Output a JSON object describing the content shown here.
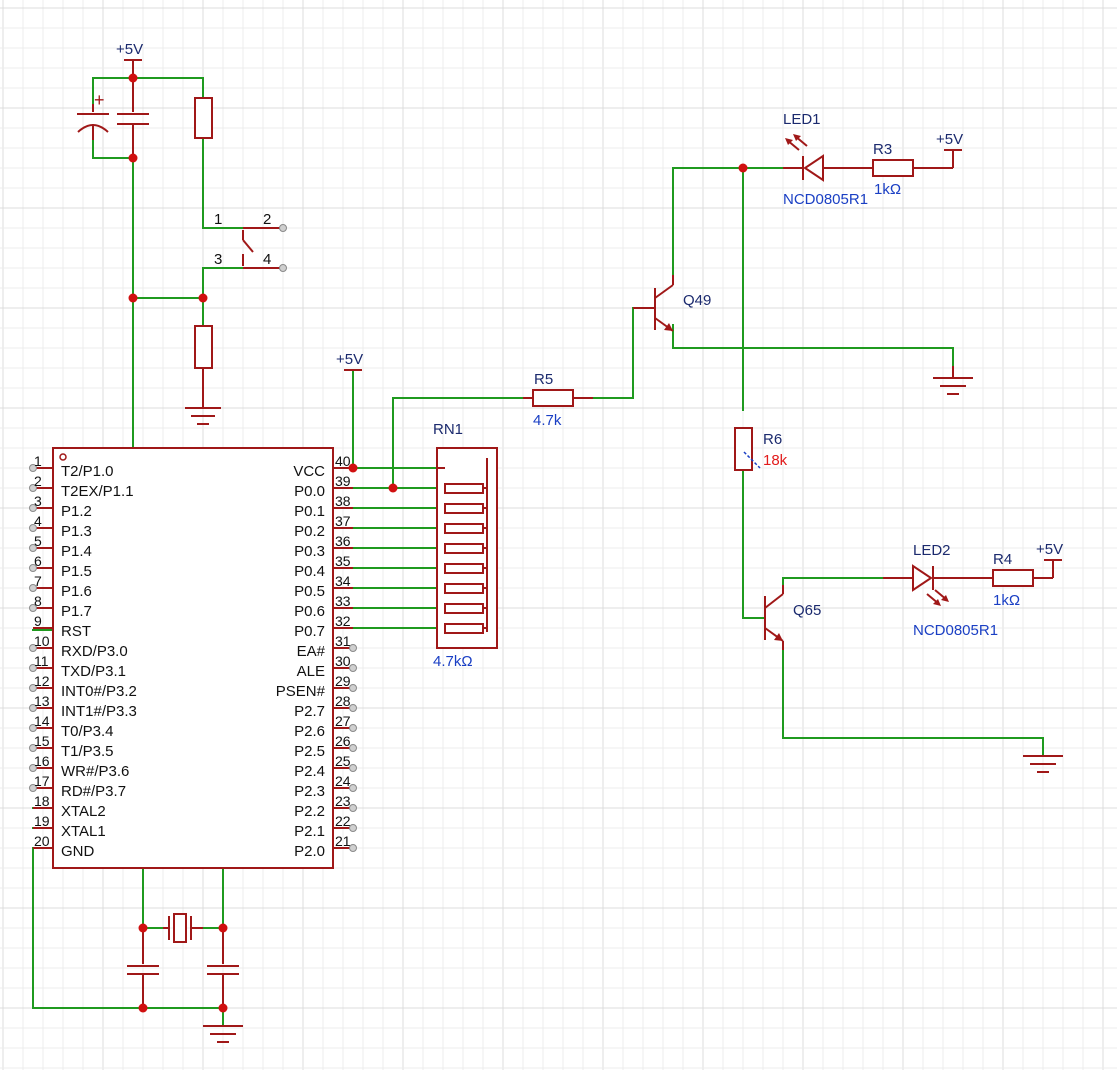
{
  "power": {
    "label": "+5V"
  },
  "mcu": {
    "left_pins": [
      {
        "num": "1",
        "name": "T2/P1.0"
      },
      {
        "num": "2",
        "name": "T2EX/P1.1"
      },
      {
        "num": "3",
        "name": "P1.2"
      },
      {
        "num": "4",
        "name": "P1.3"
      },
      {
        "num": "5",
        "name": "P1.4"
      },
      {
        "num": "6",
        "name": "P1.5"
      },
      {
        "num": "7",
        "name": "P1.6"
      },
      {
        "num": "8",
        "name": "P1.7"
      },
      {
        "num": "9",
        "name": "RST"
      },
      {
        "num": "10",
        "name": "RXD/P3.0"
      },
      {
        "num": "11",
        "name": "TXD/P3.1"
      },
      {
        "num": "12",
        "name": "INT0#/P3.2"
      },
      {
        "num": "13",
        "name": "INT1#/P3.3"
      },
      {
        "num": "14",
        "name": "T0/P3.4"
      },
      {
        "num": "15",
        "name": "T1/P3.5"
      },
      {
        "num": "16",
        "name": "WR#/P3.6"
      },
      {
        "num": "17",
        "name": "RD#/P3.7"
      },
      {
        "num": "18",
        "name": "XTAL2"
      },
      {
        "num": "19",
        "name": "XTAL1"
      },
      {
        "num": "20",
        "name": "GND"
      }
    ],
    "right_pins": [
      {
        "num": "40",
        "name": "VCC"
      },
      {
        "num": "39",
        "name": "P0.0"
      },
      {
        "num": "38",
        "name": "P0.1"
      },
      {
        "num": "37",
        "name": "P0.2"
      },
      {
        "num": "36",
        "name": "P0.3"
      },
      {
        "num": "35",
        "name": "P0.4"
      },
      {
        "num": "34",
        "name": "P0.5"
      },
      {
        "num": "33",
        "name": "P0.6"
      },
      {
        "num": "32",
        "name": "P0.7"
      },
      {
        "num": "31",
        "name": "EA#"
      },
      {
        "num": "30",
        "name": "ALE"
      },
      {
        "num": "29",
        "name": "PSEN#"
      },
      {
        "num": "28",
        "name": "P2.7"
      },
      {
        "num": "27",
        "name": "P2.6"
      },
      {
        "num": "26",
        "name": "P2.5"
      },
      {
        "num": "25",
        "name": "P2.4"
      },
      {
        "num": "24",
        "name": "P2.3"
      },
      {
        "num": "23",
        "name": "P2.2"
      },
      {
        "num": "22",
        "name": "P2.1"
      },
      {
        "num": "21",
        "name": "P2.0"
      }
    ]
  },
  "switch": {
    "pin1": "1",
    "pin2": "2",
    "pin3": "3",
    "pin4": "4"
  },
  "rn1": {
    "name": "RN1",
    "value": "4.7kΩ"
  },
  "r5": {
    "name": "R5",
    "value": "4.7k"
  },
  "q49": {
    "name": "Q49"
  },
  "r6": {
    "name": "R6",
    "value": "18k"
  },
  "led1": {
    "name": "LED1",
    "part": "NCD0805R1"
  },
  "r3": {
    "name": "R3",
    "value": "1kΩ"
  },
  "q65": {
    "name": "Q65"
  },
  "led2": {
    "name": "LED2",
    "part": "NCD0805R1"
  },
  "r4": {
    "name": "R4",
    "value": "1kΩ"
  },
  "colors": {
    "wire": "#1f9a1f",
    "symbol": "#a01818",
    "junction": "#d01010",
    "designator": "#1b2a6e",
    "value": "#1a3fc4",
    "highlight_value": "#e21b1b"
  }
}
